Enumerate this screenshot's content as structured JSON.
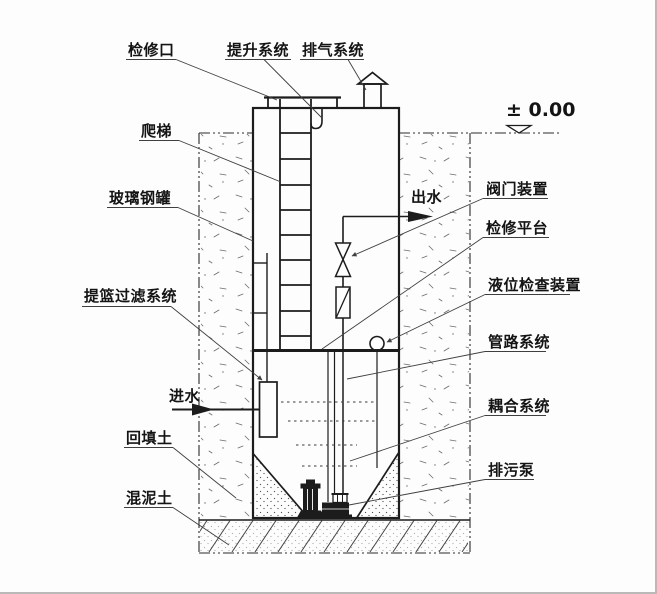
{
  "colors": {
    "ink": "#1c1c1c",
    "leader": "#3f3f3f",
    "background": "#fdfdfd"
  },
  "labels": {
    "inspection_port": "检修口",
    "lifting_system": "提升系统",
    "exhaust_system": "排气系统",
    "ladder": "爬梯",
    "frp_tank": "玻璃钢罐",
    "basket_filter_system": "提篮过滤系统",
    "water_inlet": "进水",
    "backfill_soil": "回填土",
    "concrete": "混泥土",
    "ground_elevation": "± 0.00",
    "water_outlet": "出水",
    "valve_device": "阀门装置",
    "service_platform": "检修平台",
    "liquid_level_checker": "液位检查装置",
    "piping_system": "管路系统",
    "coupling_system": "耦合系统",
    "sewage_pump": "排污泵"
  }
}
